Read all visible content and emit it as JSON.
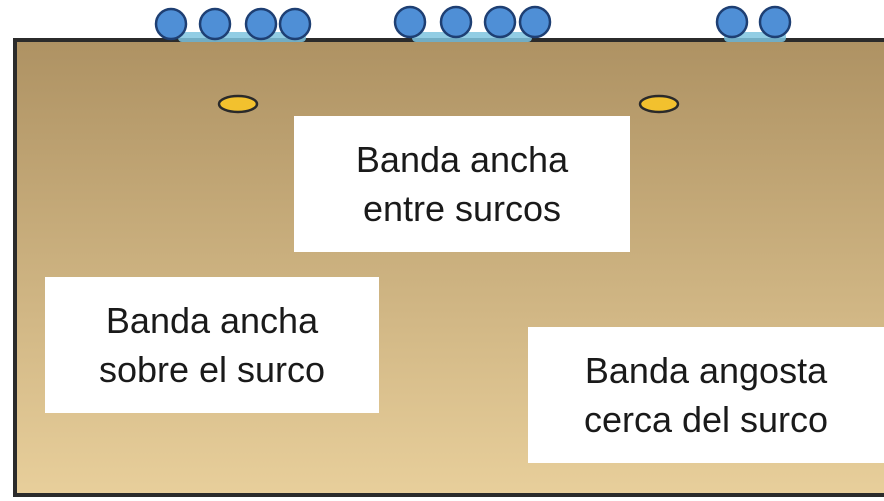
{
  "colors": {
    "soil_top": "#ae9263",
    "soil_bottom": "#e8cf9b",
    "border": "#2b2b2b",
    "seed_fill": "#4f8fd6",
    "seed_stroke": "#1e3f73",
    "root_fill": "#7fc4df",
    "fertilizer_fill": "#f2c12e",
    "fertilizer_stroke": "#2a2a2a",
    "label_bg": "#ffffff",
    "label_text": "#1a1a1a"
  },
  "seed_groups": [
    {
      "id": "group-left",
      "count": 4
    },
    {
      "id": "group-center",
      "count": 4
    },
    {
      "id": "group-right",
      "count": 2
    }
  ],
  "fertilizer_bands": 2,
  "labels": {
    "entre_surcos": {
      "line1": "Banda ancha",
      "line2": "entre surcos"
    },
    "sobre_surco": {
      "line1": "Banda ancha",
      "line2": "sobre el surco"
    },
    "cerca_surco": {
      "line1": "Banda angosta",
      "line2": "cerca del surco"
    }
  }
}
